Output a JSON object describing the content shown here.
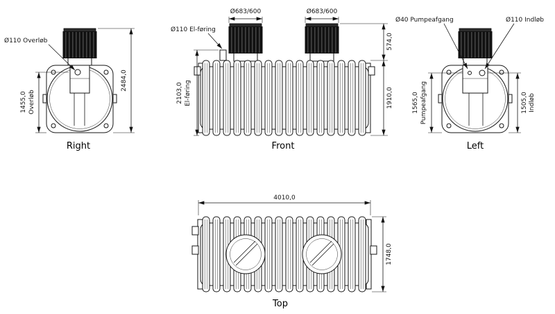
{
  "views": {
    "right": {
      "label": "Right",
      "callout_overlob": "Ø110 Overløb",
      "dim_overlob_value": "1455,0",
      "dim_overlob_name": "Overløb",
      "dim_total_height": "2484,0"
    },
    "front": {
      "label": "Front",
      "callout_elforing": "Ø110 El-føring",
      "dim_manhole_left": "Ø683/600",
      "dim_manhole_right": "Ø683/600",
      "dim_elforing_value": "2103,0",
      "dim_elforing_name": "El-føring",
      "dim_neck_height": "574,0",
      "dim_body_height": "1910,0"
    },
    "left": {
      "label": "Left",
      "callout_pumpeafgang": "Ø40 Pumpeafgang",
      "callout_indlob": "Ø110 Indløb",
      "dim_pumpeafgang_value": "1565,0",
      "dim_pumpeafgang_name": "Pumpeafgang",
      "dim_indlob_value": "1505,0",
      "dim_indlob_name": "Indløb"
    },
    "top": {
      "label": "Top",
      "dim_length": "4010,0",
      "dim_width": "1748,0"
    }
  },
  "colors": {
    "line": "#141414",
    "cap_fill": "#111111",
    "background": "#ffffff"
  }
}
